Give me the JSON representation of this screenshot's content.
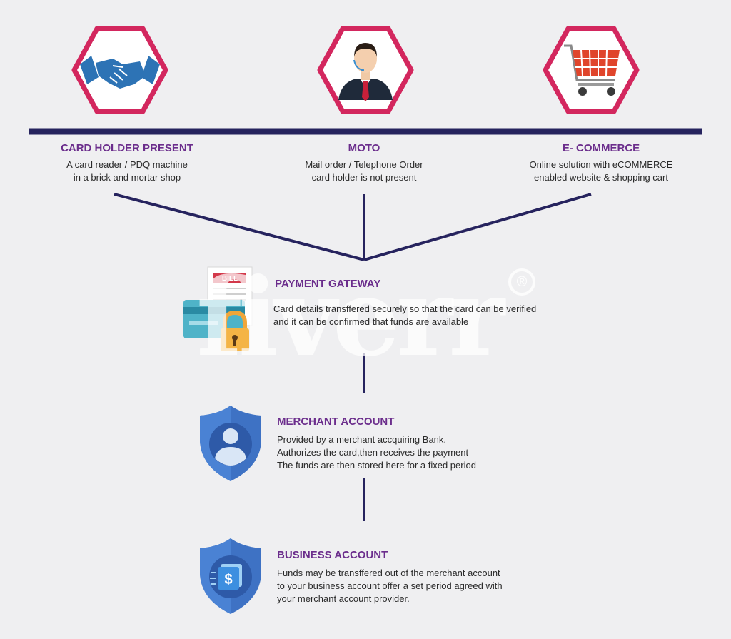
{
  "colors": {
    "background": "#efeff1",
    "navy": "#26235e",
    "hexagon": "#d3275e",
    "title_purple": "#6b2d8c",
    "shield_blue": "#3e72c4"
  },
  "sources": [
    {
      "icon": "handshake-icon",
      "title": "CARD HOLDER PRESENT",
      "lines": [
        "A card reader / PDQ machine",
        "in a brick and mortar shop"
      ]
    },
    {
      "icon": "operator-headset-icon",
      "title": "MOTO",
      "lines": [
        "Mail order / Telephone Order",
        "card holder is not present"
      ]
    },
    {
      "icon": "shopping-cart-icon",
      "title": "E- COMMERCE",
      "lines": [
        "Online solution with eCOMMERCE",
        "enabled website & shopping cart"
      ]
    }
  ],
  "steps": [
    {
      "icon": "payment-gateway-icon",
      "icon_label": "BILL",
      "title": "PAYMENT GATEWAY",
      "lines": [
        "Card details transffered securely so that the card can be verified",
        "and it can be confirmed that funds are available"
      ]
    },
    {
      "icon": "user-shield-icon",
      "title": "MERCHANT ACCOUNT",
      "lines": [
        "Provided by a merchant accquiring Bank.",
        "Authorizes the card,then receives the payment",
        "The funds are then stored here for a fixed period"
      ]
    },
    {
      "icon": "dollar-shield-icon",
      "icon_label": "$",
      "title": "BUSINESS ACCOUNT",
      "lines": [
        "Funds may be transffered out of the merchant account",
        "to your business account offer a set period agreed with",
        "your merchant account provider."
      ]
    }
  ],
  "watermark": {
    "text": "fiverr",
    "mark": "®"
  }
}
